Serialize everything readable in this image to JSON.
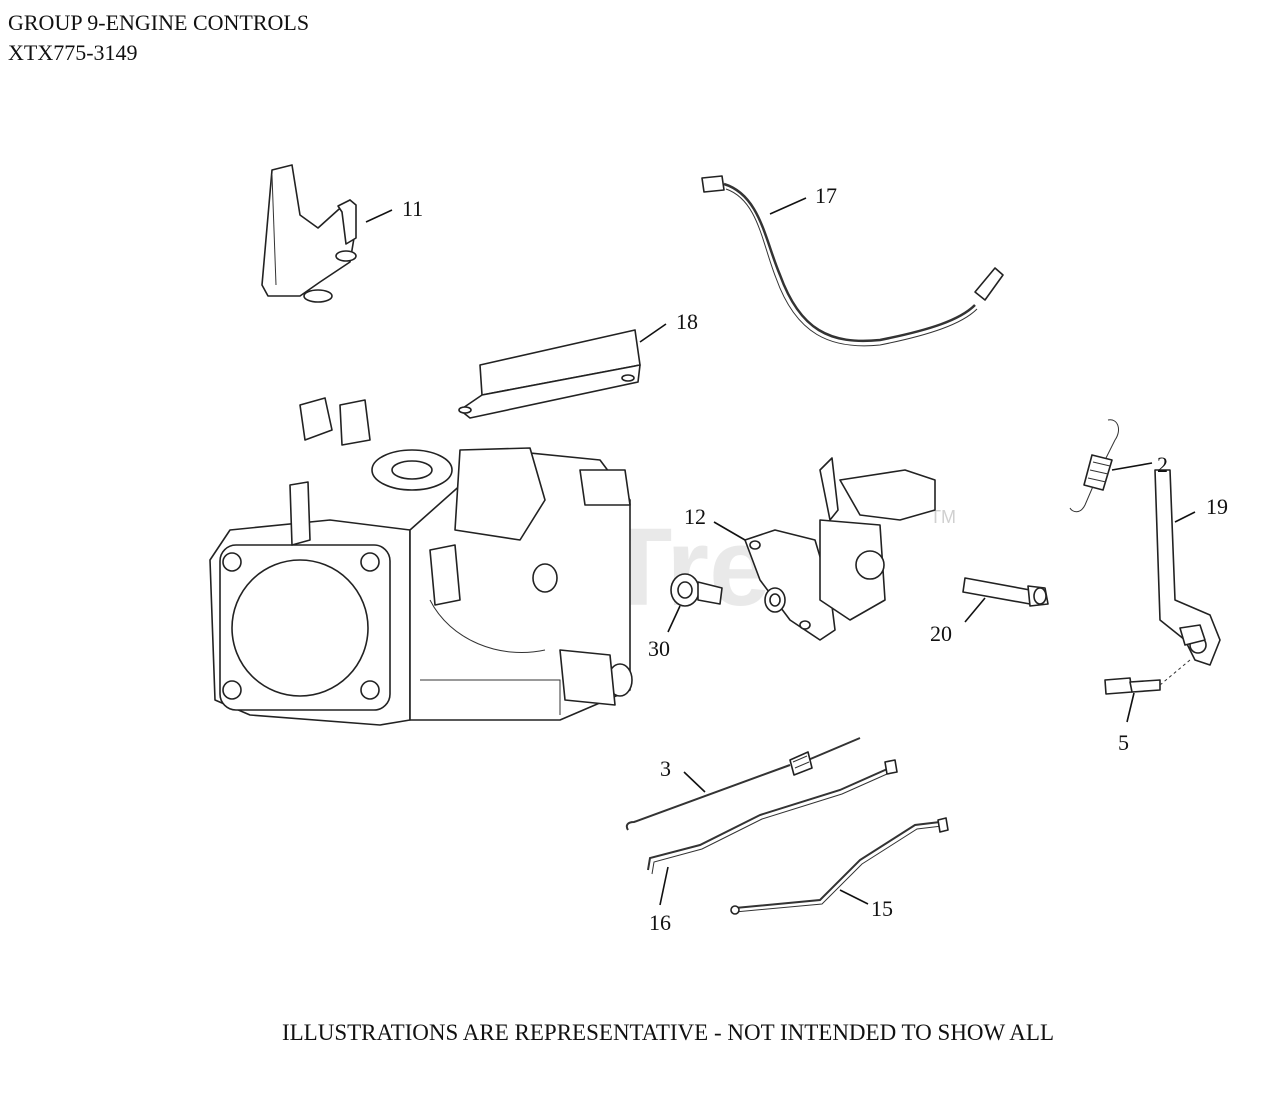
{
  "header": {
    "line1": "GROUP 9-ENGINE CONTROLS",
    "line2": "XTX775-3149"
  },
  "footer": {
    "note": "ILLUSTRATIONS ARE REPRESENTATIVE - NOT INTENDED TO SHOW ALL"
  },
  "watermark": {
    "text": "PartsTree",
    "tm": "TM"
  },
  "callouts": {
    "c11": "11",
    "c17": "17",
    "c18": "18",
    "c12": "12",
    "c2": "2",
    "c19": "19",
    "c30": "30",
    "c20": "20",
    "c5": "5",
    "c3": "3",
    "c16": "16",
    "c15": "15"
  }
}
